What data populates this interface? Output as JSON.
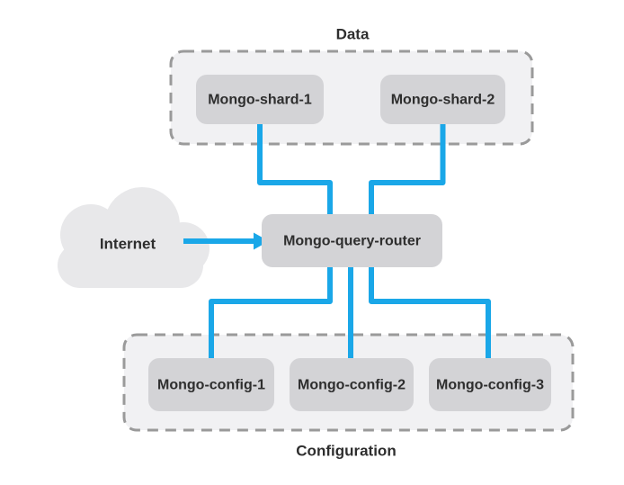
{
  "diagram": {
    "groups": {
      "data": {
        "label": "Data"
      },
      "configuration": {
        "label": "Configuration"
      }
    },
    "nodes": {
      "shard1": {
        "label": "Mongo-shard-1"
      },
      "shard2": {
        "label": "Mongo-shard-2"
      },
      "router": {
        "label": "Mongo-query-router"
      },
      "config1": {
        "label": "Mongo-config-1"
      },
      "config2": {
        "label": "Mongo-config-2"
      },
      "config3": {
        "label": "Mongo-config-3"
      }
    },
    "cloud": {
      "label": "Internet"
    },
    "colors": {
      "connector_blue": "#1aa7e8",
      "node_fill": "#d3d3d6",
      "group_fill": "#f1f1f3",
      "group_border": "#9a9a9a",
      "cloud_fill": "#e8e8ea",
      "text": "#2e2e2e",
      "background": "#ffffff"
    }
  }
}
